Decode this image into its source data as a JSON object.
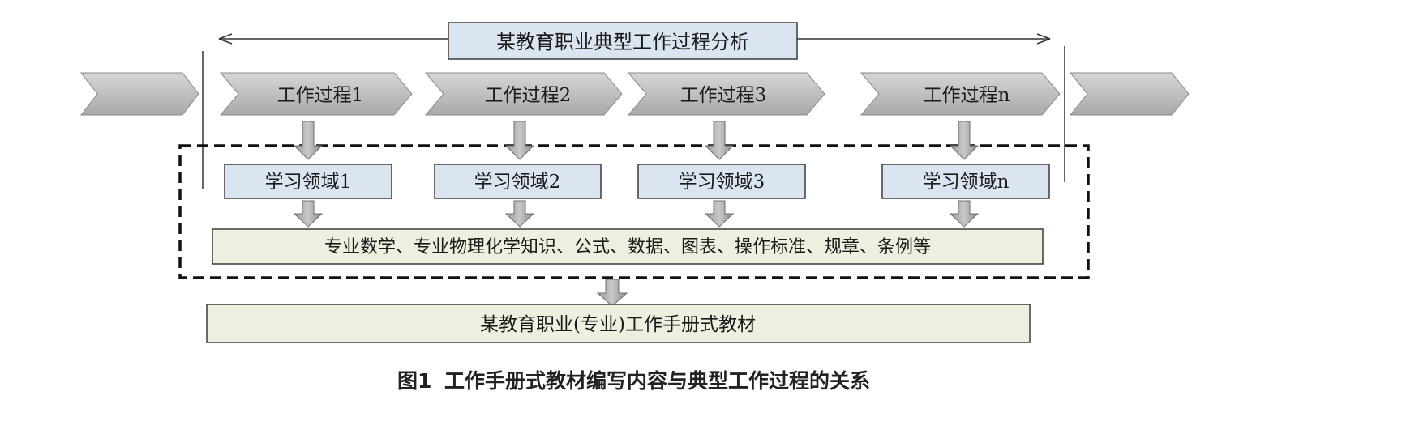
{
  "header": {
    "label": "某教育职业典型工作过程分析"
  },
  "processes": [
    {
      "label": "工作过程1"
    },
    {
      "label": "工作过程2"
    },
    {
      "label": "工作过程3"
    },
    {
      "label": "工作过程n"
    }
  ],
  "domains": [
    {
      "label": "学习领域1"
    },
    {
      "label": "学习领域2"
    },
    {
      "label": "学习领域3"
    },
    {
      "label": "学习领域n"
    }
  ],
  "knowledge": {
    "label": "专业数学、专业物理化学知识、公式、数据、图表、操作标准、规章、条例等"
  },
  "textbook": {
    "label": "某教育职业(专业)工作手册式教材"
  },
  "caption": {
    "number": "图1",
    "text": "工作手册式教材编写内容与典型工作过程的关系"
  },
  "colors": {
    "chevron": "#bfbfbf",
    "blue_box": "#dbe5f1",
    "green_box": "#ebf1de",
    "arrow": "#8c8c8c"
  }
}
